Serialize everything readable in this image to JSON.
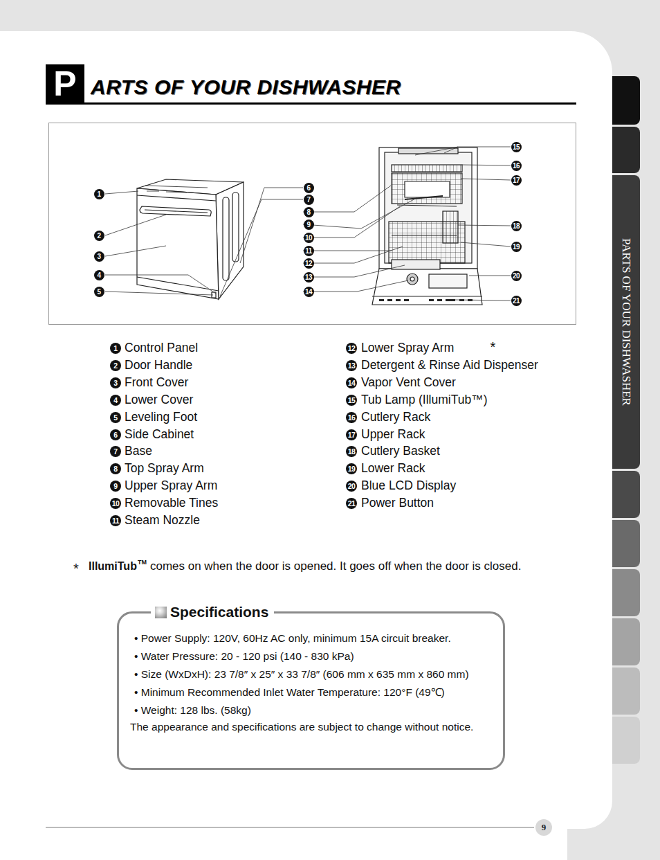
{
  "diagram": {
    "title": "ARTS OF YOUR DISHWASHER",
    "nodes": [
      {
        "text": [
          "P"
        ]
      },
      {
        "text": [
          "PARTS OF YOUR DISHWASHER"
        ]
      },
      {
        "text": [
          "Specifications",
          "• Power Supply: 120V, 60Hz AC only, minimum 15A circuit breaker.",
          "• Water Pressure: 20 - 120 psi (140 - 830 kPa)",
          "• Size (WxDxH): 23 7/8″ x 25″ x 33 7/8″ (606 mm x 635 mm x 860 mm)",
          "• Minimum Recommended Inlet Water Temperature: 120°F (49℃)",
          "• Weight: 128 lbs. (58kg)",
          "The appearance and specifications are subject to change without notice."
        ]
      },
      {
        "text": [
          "9"
        ]
      }
    ],
    "labels": [
      "1",
      "2",
      "3",
      "4",
      "5",
      "6",
      "7",
      "8",
      "9",
      "10",
      "11",
      "12",
      "13",
      "14",
      "15",
      "16",
      "17",
      "18",
      "19",
      "20",
      "21",
      "1",
      "Control Panel",
      "2",
      "Door Handle",
      "3",
      "Front Cover",
      "4",
      "Lower Cover",
      "5",
      "Leveling Foot",
      "6",
      "Side Cabinet",
      "7",
      "Base",
      "8",
      "Top Spray Arm",
      "9",
      "Upper Spray Arm",
      "10",
      "Removable Tines",
      "11",
      "Steam Nozzle",
      "12",
      "Lower Spray Arm",
      "13",
      "Detergent & Rinse Aid Dispenser",
      "14",
      "Vapor Vent Cover",
      "15",
      "Tub Lamp (IllumiTub™)",
      "16",
      "Cutlery Rack",
      "17",
      "Upper Rack",
      "18",
      "Cutlery Basket",
      "19",
      "Lower Rack",
      "20",
      "Blue LCD Display",
      "21",
      "Power Button",
      "*",
      "*",
      "IllumiTub",
      "TM",
      "comes on when the door is opened. It goes off when the door is closed."
    ]
  }
}
